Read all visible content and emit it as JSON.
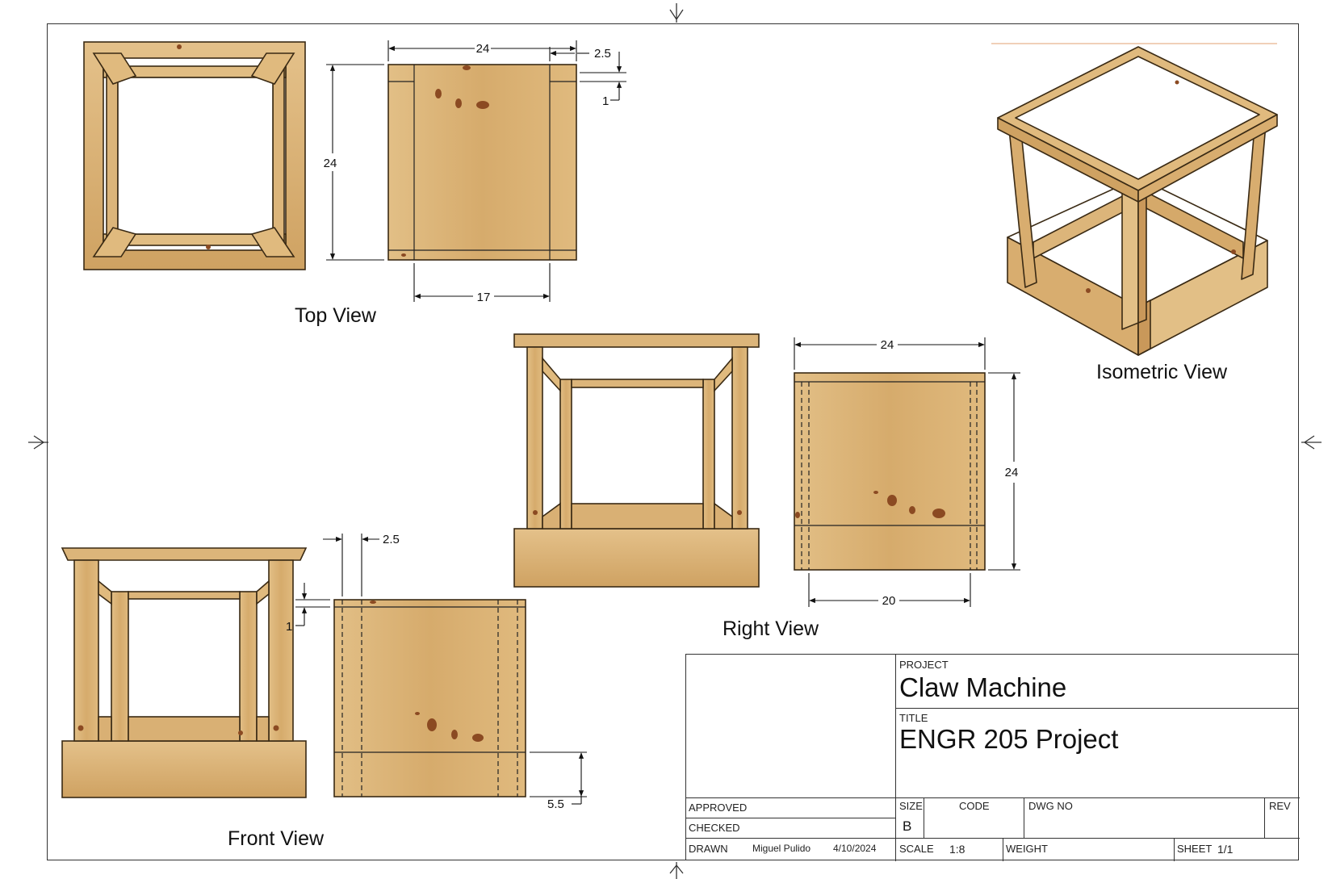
{
  "views": {
    "top": "Top View",
    "front": "Front View",
    "right": "Right View",
    "isometric": "Isometric View"
  },
  "dimensions": {
    "top_width": "24",
    "top_offset": "2.5",
    "top_height": "24",
    "top_thickness": "1",
    "top_inner": "17",
    "front_offset": "2.5",
    "front_thickness": "1",
    "front_base": "5.5",
    "right_width": "24",
    "right_height": "24",
    "right_inner": "20"
  },
  "title_block": {
    "project_label": "PROJECT",
    "project": "Claw Machine",
    "title_label": "TITLE",
    "title": "ENGR 205 Project",
    "approved_label": "APPROVED",
    "checked_label": "CHECKED",
    "drawn_label": "DRAWN",
    "drawn_by": "Miguel Pulido",
    "drawn_date": "4/10/2024",
    "size_label": "SIZE",
    "size": "B",
    "code_label": "CODE",
    "dwg_label": "DWG NO",
    "rev_label": "REV",
    "scale_label": "SCALE",
    "scale": "1:8",
    "weight_label": "WEIGHT",
    "sheet_label": "SHEET",
    "sheet": "1/1"
  },
  "colors": {
    "wood": "#d9b277",
    "wood_dark": "#c39457",
    "wood_edge": "#3a2a14",
    "knot": "#8b4a22"
  }
}
